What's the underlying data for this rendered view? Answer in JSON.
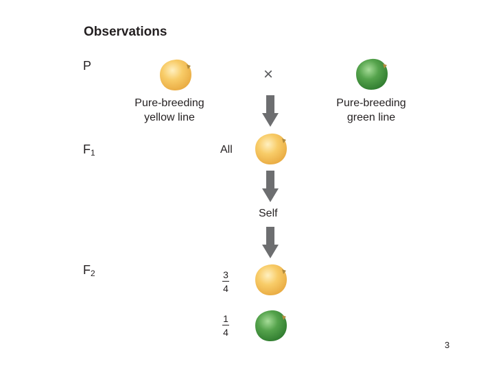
{
  "title": "Observations",
  "generations": {
    "p": "P",
    "f1": {
      "main": "F",
      "sub": "1"
    },
    "f2": {
      "main": "F",
      "sub": "2"
    }
  },
  "cross_symbol": "×",
  "parents": {
    "yellow_label": [
      "Pure-breeding",
      "yellow line"
    ],
    "green_label": [
      "Pure-breeding",
      "green line"
    ]
  },
  "f1_label": "All",
  "self_label": "Self",
  "f2_ratios": {
    "yellow": {
      "numerator": "3",
      "denominator": "4"
    },
    "green": {
      "numerator": "1",
      "denominator": "4"
    }
  },
  "colors": {
    "yellow_pea": "#f7c760",
    "yellow_pea_light": "#fde7a8",
    "yellow_pea_dark": "#e6a83a",
    "green_pea": "#4c9a45",
    "green_pea_light": "#8ccb7f",
    "green_pea_dark": "#2f7a30",
    "hilum": "#b08a3e",
    "arrow": "#6d6e70"
  },
  "page_number": "3"
}
